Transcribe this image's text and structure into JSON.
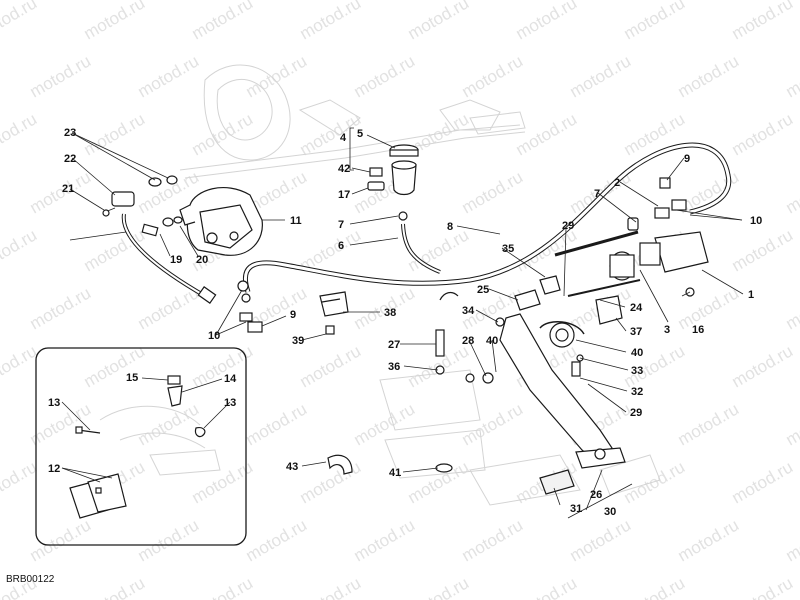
{
  "watermark": "motod.ru",
  "drawing_code": "BRB00122",
  "callouts": [
    "1",
    "2",
    "3",
    "4",
    "5",
    "6",
    "7",
    "8",
    "9",
    "10",
    "11",
    "12",
    "13",
    "14",
    "15",
    "16",
    "17",
    "19",
    "20",
    "21",
    "22",
    "23",
    "24",
    "25",
    "26",
    "27",
    "28",
    "29",
    "30",
    "31",
    "32",
    "33",
    "34",
    "35",
    "36",
    "37",
    "38",
    "39",
    "40",
    "41",
    "42",
    "43"
  ],
  "colors": {
    "background": "#ffffff",
    "line": "#1a1a1a",
    "watermark": "#e2e2e2",
    "ghost": "#d4d4d4"
  }
}
